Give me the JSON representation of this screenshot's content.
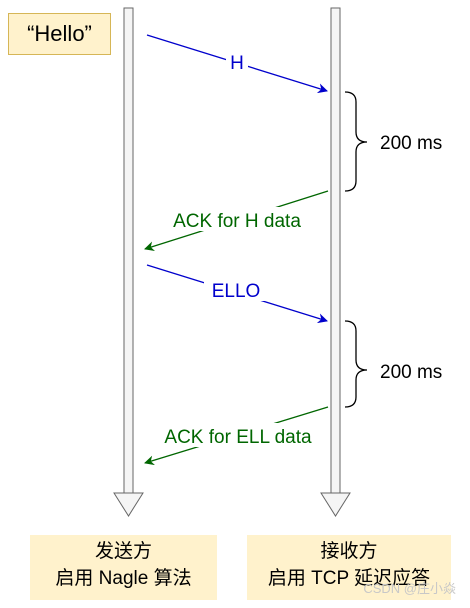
{
  "title": "“Hello”",
  "sender": {
    "line1": "发送方",
    "line2": "启用 Nagle 算法"
  },
  "receiver": {
    "line1": "接收方",
    "line2": "启用 TCP 延迟应答"
  },
  "messages": [
    {
      "label": "H",
      "color": "#0000cc"
    },
    {
      "label": "ACK for H data",
      "color": "#006600"
    },
    {
      "label": "ELLO",
      "color": "#0000cc"
    },
    {
      "label": "ACK for ELL data",
      "color": "#006600"
    }
  ],
  "delays": [
    {
      "label": "200 ms"
    },
    {
      "label": "200 ms"
    }
  ],
  "watermark": "CSDN @庄小焱",
  "colors": {
    "lifeline_fill": "#f5f5f5",
    "lifeline_stroke": "#666666",
    "note_fill": "#fff2cc"
  }
}
